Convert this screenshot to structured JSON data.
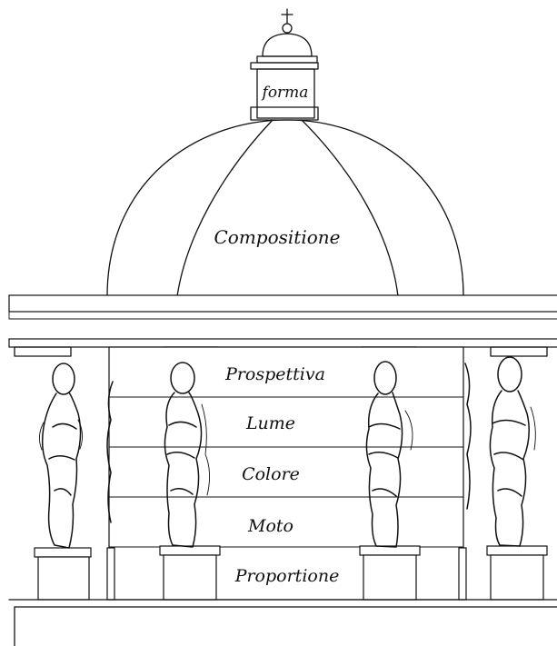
{
  "labels": {
    "lantern": "forma",
    "dome": "Compositione",
    "band_1": "Prospettiva",
    "band_2": "Lume",
    "band_3": "Colore",
    "band_4": "Moto",
    "band_5": "Proportione"
  },
  "icons": [
    "cross-icon",
    "statue-icon"
  ],
  "colors": {
    "ink": "#111111",
    "paper": "#ffffff"
  }
}
